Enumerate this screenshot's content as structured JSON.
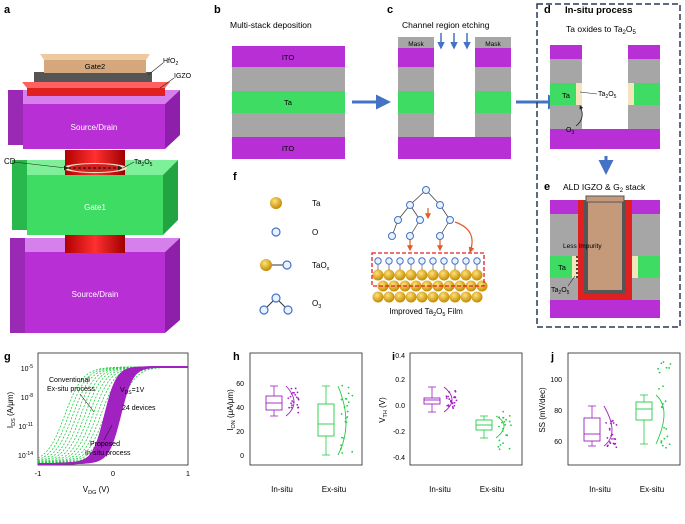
{
  "panels": {
    "a": {
      "letter": "a",
      "gate2": "Gate2",
      "hfo2": "HfO",
      "hfo2_sub": "2",
      "igzo": "IGZO",
      "source_drain_top": "Source/Drain",
      "cd": "CD",
      "ta2o5": "Ta",
      "ta2o5_sub1": "2",
      "ta2o5_o": "O",
      "ta2o5_sub2": "5",
      "gate1": "Gate1",
      "source_drain_bottom": "Source/Drain"
    },
    "b": {
      "letter": "b",
      "title": "Multi-stack deposition",
      "ito_top": "ITO",
      "ta": "Ta",
      "ito_bottom": "ITO"
    },
    "c": {
      "letter": "c",
      "title": "Channel region etching",
      "mask_left": "Mask",
      "mask_right": "Mask"
    },
    "d": {
      "letter": "d",
      "header": "In-situ process",
      "title": "Ta oxides to Ta",
      "title_sub1": "2",
      "title_o": "O",
      "title_sub2": "5",
      "ta": "Ta",
      "ta2o5": "Ta",
      "ta2o5_sub1": "2",
      "ta2o5_o": "O",
      "ta2o5_sub2": "5",
      "o3": "O",
      "o3_sub": "3"
    },
    "e": {
      "letter": "e",
      "title": "ALD IGZO & G",
      "title_sub": "2",
      "title_tail": " stack",
      "less_impurity": "Less Impurity",
      "ta": "Ta",
      "ta2o5": "Ta",
      "ta2o5_sub1": "2",
      "ta2o5_o": "O",
      "ta2o5_sub2": "5"
    },
    "f": {
      "letter": "f",
      "legend": [
        "Ta",
        "O",
        "TaO",
        "O"
      ],
      "legend_subs": [
        "",
        "",
        "x",
        "3"
      ],
      "film_caption": "Improved Ta",
      "film_sub1": "2",
      "film_o": "O",
      "film_sub2": "5",
      "film_tail": " Film"
    },
    "g": {
      "letter": "g",
      "conventional": "Conventional",
      "exsitu": "Ex-situ process",
      "vds": "V",
      "vds_sub": "DS",
      "vds_val": "=1V",
      "devices": "24 devices",
      "proposed": "Proposed",
      "insitu": "In-situ process",
      "ylabel": "I",
      "ylabel_sub": "DS",
      "ylabel_unit": " (A/μm)",
      "xlabel": "V",
      "xlabel_sub": "DG",
      "xlabel_unit": " (V)",
      "yticks": [
        "10",
        "10",
        "10",
        "10"
      ],
      "yexp": [
        "-5",
        "-8",
        "-11",
        "-14"
      ],
      "xticks": [
        "-1",
        "0",
        "1"
      ]
    },
    "h": {
      "letter": "h",
      "ylabel": "I",
      "ylabel_sub": "ON",
      "ylabel_unit": " (μA/μm)",
      "yticks": [
        "0",
        "20",
        "40",
        "60"
      ],
      "cats": [
        "In-situ",
        "Ex-situ"
      ]
    },
    "i": {
      "letter": "i",
      "ylabel": "V",
      "ylabel_sub": "TH",
      "ylabel_unit": " (V)",
      "yticks": [
        "-0.4",
        "-0.2",
        "0.0",
        "0.2",
        "0.4"
      ],
      "cats": [
        "In-situ",
        "Ex-situ"
      ]
    },
    "j": {
      "letter": "j",
      "ylabel": "SS (mV/dec)",
      "yticks": [
        "60",
        "80",
        "100"
      ],
      "cats": [
        "In-situ",
        "Ex-situ"
      ]
    }
  },
  "colors": {
    "purple": "#b92fd6",
    "gray": "#a6a6a6",
    "green": "#3fdc64",
    "insitu": "#a020c0",
    "exsitu": "#22cc44",
    "arrow": "#4472c4",
    "gold": "#d4a300",
    "red": "#e02020",
    "brown": "#c49a7a",
    "cream": "#f3e6bf"
  }
}
